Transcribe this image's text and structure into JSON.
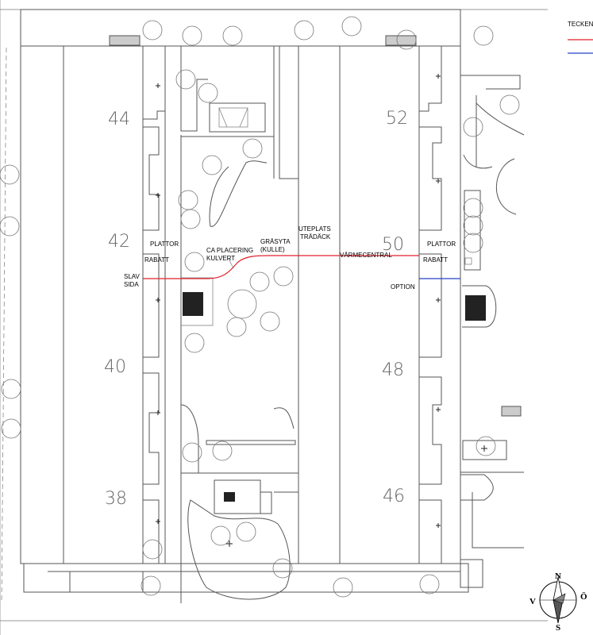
{
  "legend": {
    "title": "TECKEN",
    "red_color": "#e0202a",
    "blue_color": "#2440c8"
  },
  "building_numbers": [
    "44",
    "42",
    "40",
    "38",
    "52",
    "50",
    "48",
    "46"
  ],
  "labels": {
    "plattor_left": "PLATTOR",
    "rabatt_left": "RABATT",
    "slav": "SLAV",
    "sida": "SIDA",
    "ca_placering": "CA PLACERING",
    "kulvert": "KULVERT",
    "grasyta": "GRÄSYTA",
    "kulle": "(KULLE)",
    "uteplats": "UTEPLATS",
    "tradack": "TRÄDÄCK",
    "varmecentral": "VÄRMECENTRAL",
    "plattor_right": "PLATTOR",
    "rabatt_right": "RABATT",
    "option": "OPTION"
  },
  "compass": {
    "north": "N",
    "south": "S",
    "west": "V",
    "east": "Ö"
  }
}
